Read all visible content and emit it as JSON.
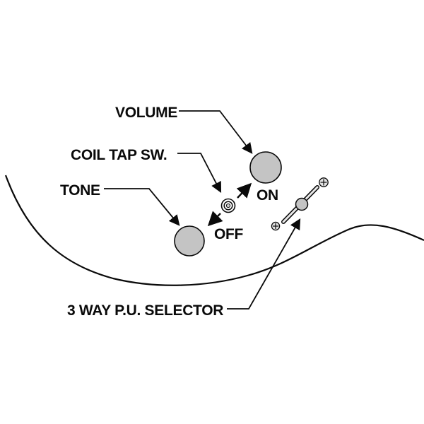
{
  "diagram": {
    "labels": {
      "volume": "VOLUME",
      "coil_tap": "COIL TAP SW.",
      "tone": "TONE",
      "on": "ON",
      "off": "OFF",
      "selector": "3 WAY P.U. SELECTOR"
    },
    "colors": {
      "knob_fill": "#c4c4c4",
      "switch_center_fill": "#cccccc",
      "selector_ball_fill": "#c4c4c4",
      "lever_inner": "#e8e8e8",
      "line": "#0a0a0a",
      "background": "#ffffff"
    }
  }
}
